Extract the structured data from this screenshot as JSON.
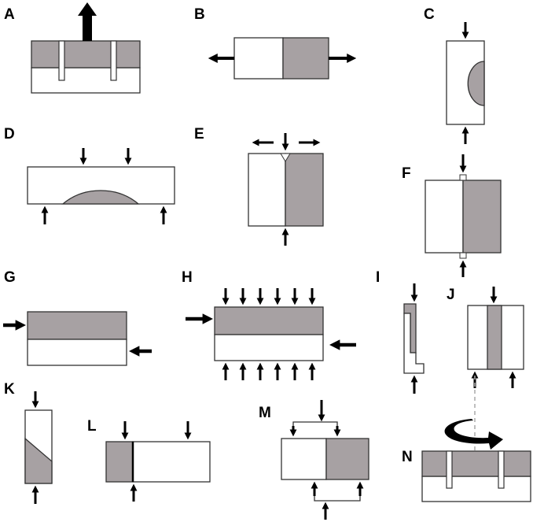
{
  "figure": {
    "panel_labels": [
      "A",
      "B",
      "C",
      "D",
      "E",
      "F",
      "G",
      "H",
      "I",
      "J",
      "K",
      "L",
      "M",
      "N"
    ],
    "colors": {
      "adhesive_gray": "#a7a1a3",
      "substrate_white": "#ffffff",
      "outline": "#333333",
      "arrow": "#000000",
      "axis_dashed": "#aaaaaa"
    }
  }
}
